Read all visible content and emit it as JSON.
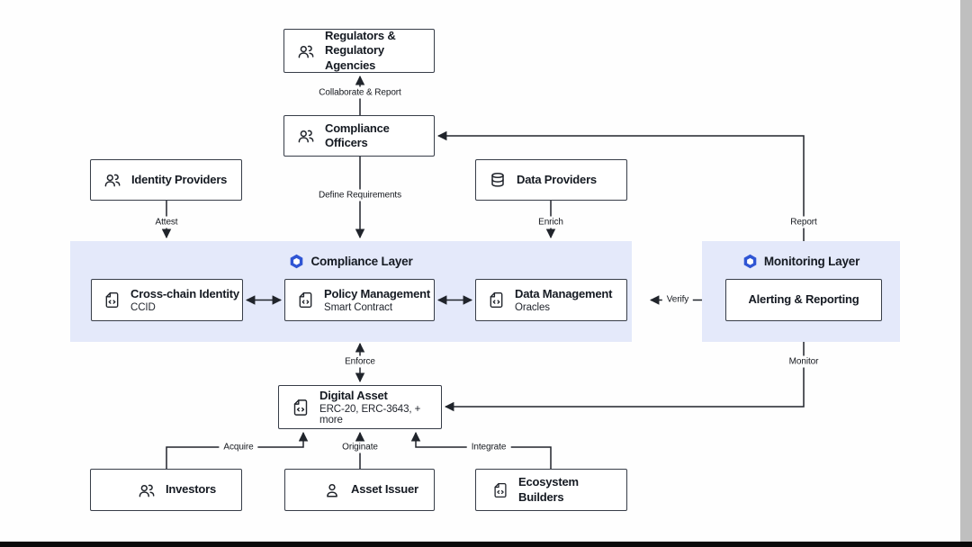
{
  "diagram": {
    "layers": {
      "compliance": {
        "title": "Compliance Layer",
        "logo": "hexagon-logo-icon"
      },
      "monitoring": {
        "title": "Monitoring Layer",
        "logo": "hexagon-logo-icon"
      }
    },
    "nodes": {
      "regulators": {
        "title": "Regulators & Regulatory Agencies",
        "icon": "people-icon"
      },
      "compliance_officers": {
        "title": "Compliance Officers",
        "icon": "people-icon"
      },
      "identity_providers": {
        "title": "Identity Providers",
        "icon": "people-icon"
      },
      "data_providers": {
        "title": "Data Providers",
        "icon": "database-icon"
      },
      "ccid": {
        "title": "Cross-chain Identity",
        "subtitle": "CCID",
        "icon": "code-doc-icon"
      },
      "policy": {
        "title": "Policy Management",
        "subtitle": "Smart Contract",
        "icon": "code-doc-icon"
      },
      "data_mgmt": {
        "title": "Data Management",
        "subtitle": "Oracles",
        "icon": "code-doc-icon"
      },
      "alerting": {
        "title": "Alerting & Reporting"
      },
      "digital_asset": {
        "title": "Digital Asset",
        "subtitle": "ERC-20, ERC-3643, + more",
        "icon": "code-doc-icon"
      },
      "investors": {
        "title": "Investors",
        "icon": "people-icon"
      },
      "asset_issuer": {
        "title": "Asset Issuer",
        "icon": "person-icon"
      },
      "ecosystem_builders": {
        "title": "Ecosystem Builders",
        "icon": "code-doc-icon"
      }
    },
    "edges": {
      "collaborate": "Collaborate & Report",
      "define": "Define Requirements",
      "attest": "Attest",
      "enrich": "Enrich",
      "report": "Report",
      "verify": "Verify",
      "enforce": "Enforce",
      "monitor": "Monitor",
      "acquire": "Acquire",
      "originate": "Originate",
      "integrate": "Integrate"
    },
    "colors": {
      "accent_blue": "#2f55d4",
      "band_background": "#e4e9fa",
      "line": "#20242b",
      "box_border": "#373d48",
      "right_strip": "#bfbfbf",
      "bottom_bar": "#0a0a0a"
    }
  }
}
